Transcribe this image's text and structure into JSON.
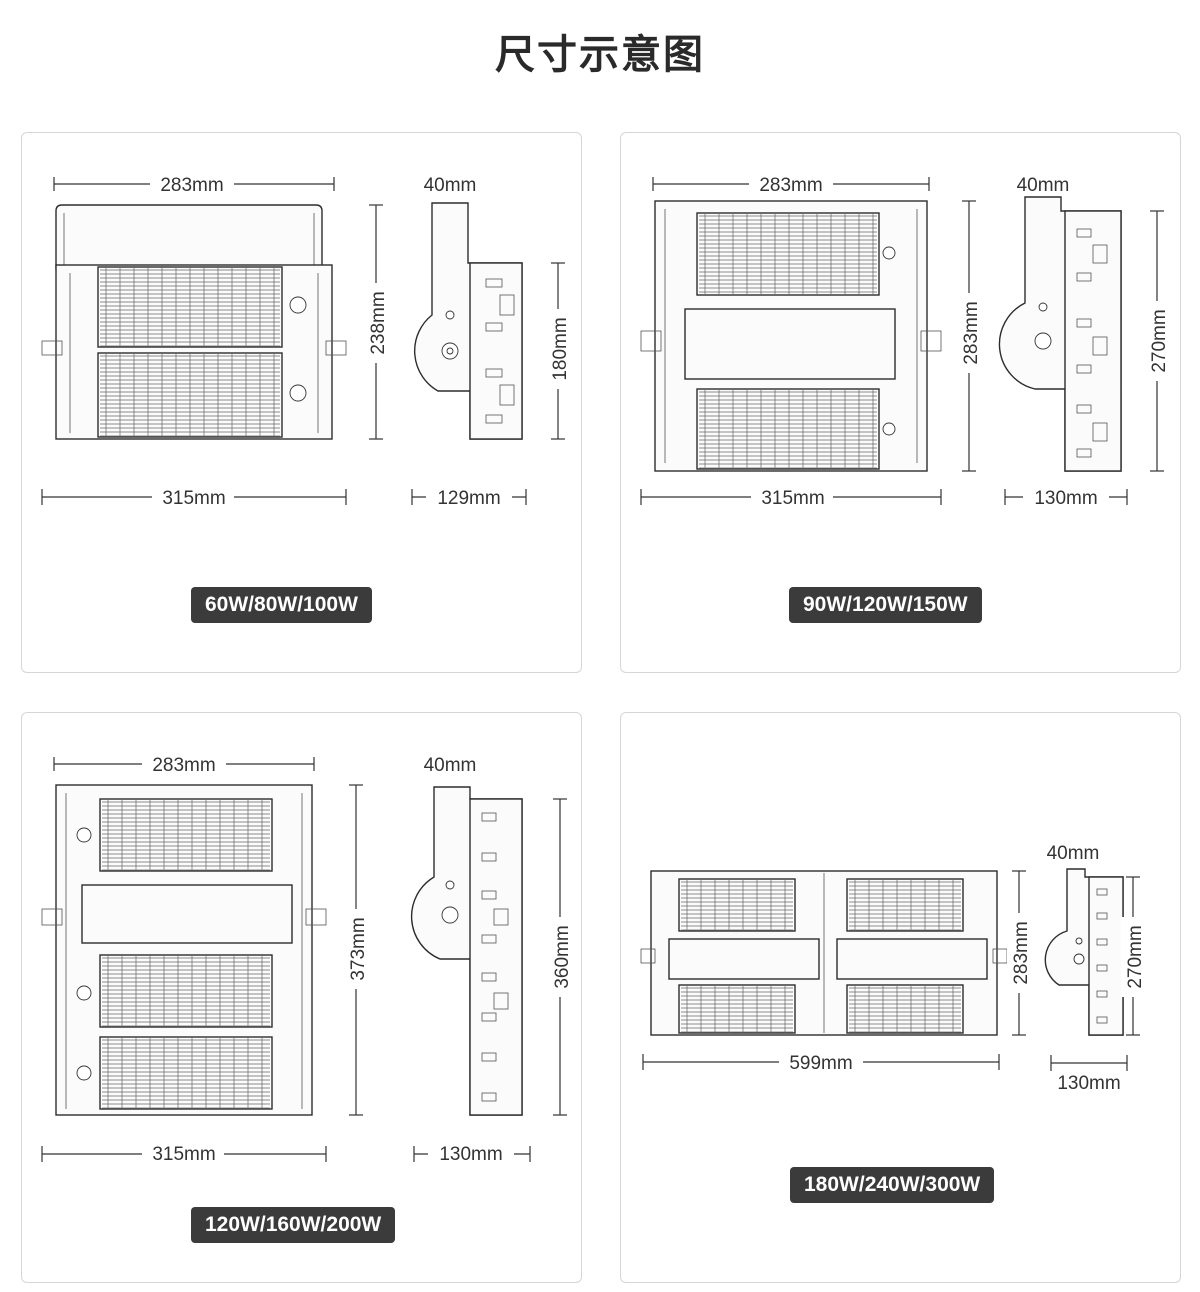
{
  "title": "尺寸示意图",
  "variants": [
    {
      "badge": "60W/80W/100W",
      "labels": {
        "top": "283mm",
        "bottom": "315mm",
        "height": "238mm",
        "side_top": "40mm",
        "side_height": "180mm",
        "side_width": "129mm"
      }
    },
    {
      "badge": "90W/120W/150W",
      "labels": {
        "top": "283mm",
        "bottom": "315mm",
        "height": "283mm",
        "side_top": "40mm",
        "side_height": "270mm",
        "side_width": "130mm"
      }
    },
    {
      "badge": "120W/160W/200W",
      "labels": {
        "top": "283mm",
        "bottom": "315mm",
        "height": "373mm",
        "side_top": "40mm",
        "side_height": "360mm",
        "side_width": "130mm"
      }
    },
    {
      "badge": "180W/240W/300W",
      "labels": {
        "top": "599mm",
        "height": "283mm",
        "side_top": "40mm",
        "side_height": "270mm",
        "side_width": "130mm"
      }
    }
  ]
}
